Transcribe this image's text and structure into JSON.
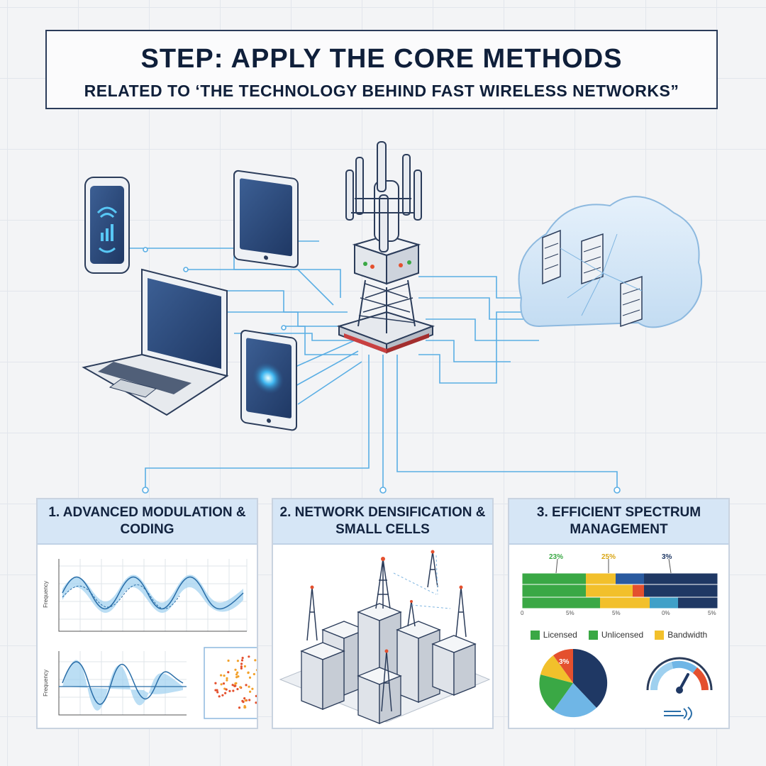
{
  "header": {
    "title": "STEP: APPLY THE CORE METHODS",
    "subtitle": "RELATED TO ‘THE TECHNOLOGY BEHIND FAST WIRELESS NETWORKS”"
  },
  "panels": [
    {
      "title": "1. ADVANCED MODULATION & CODING",
      "chart_ylabel_top": "Frequency",
      "chart_ylabel_bottom": "Frequency"
    },
    {
      "title": "2. NETWORK DENSIFICATION & SMALL CELLS"
    },
    {
      "title": "3. EFFICIENT SPECTRUM MANAGEMENT",
      "bar_labels": [
        "23%",
        "25%",
        "3%"
      ],
      "axis_ticks": [
        "0",
        "5%",
        "5%",
        "0%",
        "5%"
      ],
      "legend": [
        {
          "label": "Licensed",
          "color": "#3aa845"
        },
        {
          "label": "Unlicensed",
          "color": "#3aa845"
        },
        {
          "label": "Bandwidth",
          "color": "#f2c02b"
        }
      ],
      "pie_label": "3%"
    }
  ],
  "colors": {
    "navy": "#1f3864",
    "link_blue": "#5aaee4",
    "green": "#3aa845",
    "yellow": "#f2c02b",
    "red": "#e4502e",
    "light_blue": "#6fb6e6"
  },
  "icons": [
    "smartphone-icon",
    "tablet-icon",
    "laptop-icon",
    "cell-tower-icon",
    "cloud-server-icon",
    "speedometer-icon"
  ]
}
